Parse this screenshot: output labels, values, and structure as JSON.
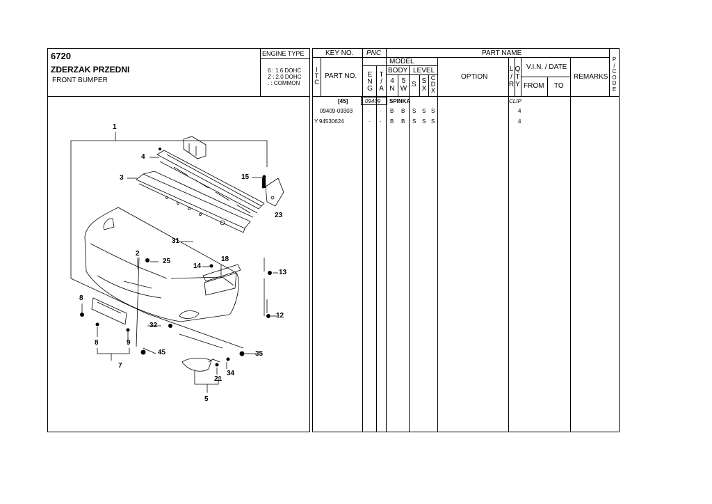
{
  "header": {
    "code": "6720",
    "title_pl": "ZDERZAK PRZEDNI",
    "title_en": "FRONT BUMPER",
    "engine_type_label": "ENGINE TYPE",
    "engine_lines": [
      "6 : 1.6 DOHC",
      "Z : 2.0 DOHC",
      ". : COMMON"
    ]
  },
  "table_header": {
    "key_no": "KEY NO.",
    "pnc": "PNC",
    "part_name": "PART NAME",
    "itc": [
      "I",
      "T",
      "C"
    ],
    "part_no": "PART NO.",
    "model": "MODEL",
    "eng": [
      "E",
      "N",
      "G"
    ],
    "ta": [
      "T",
      "/",
      "A"
    ],
    "body": "BODY",
    "level": "LEVEL",
    "body_4": [
      "4",
      "N"
    ],
    "body_5": [
      "5",
      "W"
    ],
    "level_s": "S",
    "level_sx": [
      "S",
      "X"
    ],
    "level_cdx": [
      "C",
      "D",
      "X"
    ],
    "option": "OPTION",
    "lr": [
      "L",
      "/",
      "R"
    ],
    "qty": [
      "Q",
      "T",
      "Y"
    ],
    "vin_date": "V.I.N. / DATE",
    "from": "FROM",
    "to": "TO",
    "remarks": "REMARKS",
    "pcode": [
      "P",
      "/",
      "C",
      "O",
      "D",
      "E"
    ]
  },
  "group": {
    "key": "[45]",
    "pnc": "09409",
    "name": "SPINKA",
    "option": "CLIP"
  },
  "rows": [
    {
      "itc": "",
      "part_no": "09409-09303",
      "eng": ".",
      "ta": ".",
      "b4": "B",
      "b5": "B",
      "s": "S",
      "sx": "S",
      "cdx": "S",
      "qty": "4"
    },
    {
      "itc": "Y",
      "part_no": "94530624",
      "eng": ".",
      "ta": ".",
      "b4": "B",
      "b5": "B",
      "s": "S",
      "sx": "S",
      "cdx": "S",
      "qty": "4"
    }
  ],
  "callouts": {
    "c1": "1",
    "c2": "2",
    "c3": "3",
    "c4": "4",
    "c5": "5",
    "c7": "7",
    "c8a": "8",
    "c8b": "8",
    "c9": "9",
    "c12": "12",
    "c13": "13",
    "c14": "14",
    "c15": "15",
    "c18": "18",
    "c21": "21",
    "c23": "23",
    "c25": "25",
    "c31": "31",
    "c32": "32",
    "c34": "34",
    "c35": "35",
    "c45": "45"
  }
}
